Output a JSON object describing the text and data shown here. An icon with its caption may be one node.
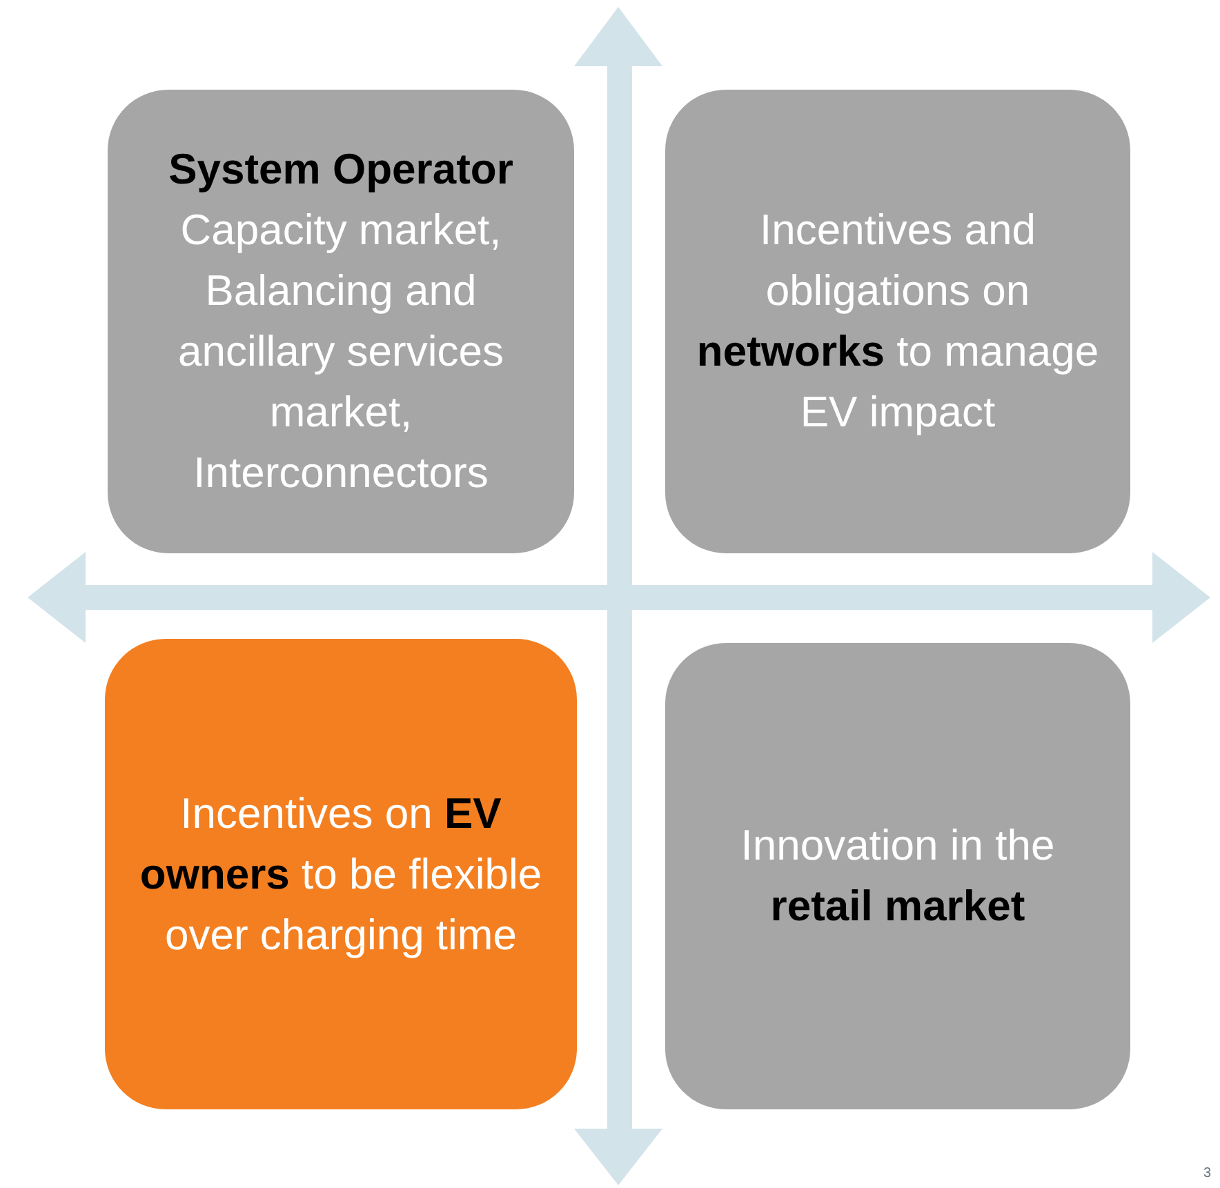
{
  "diagram": {
    "nodes": [
      {
        "text": [
          "System Operator",
          "Capacity market, Balancing and ancillary services market, Interconnectors"
        ]
      },
      {
        "text": [
          "Incentives and obligations on **networks** to manage EV impact"
        ]
      },
      {
        "text": [
          "Incentives on **EV owners** to be flexible over charging time"
        ]
      },
      {
        "text": [
          "Innovation in the **retail market**"
        ]
      }
    ],
    "labels": [
      "3"
    ]
  }
}
